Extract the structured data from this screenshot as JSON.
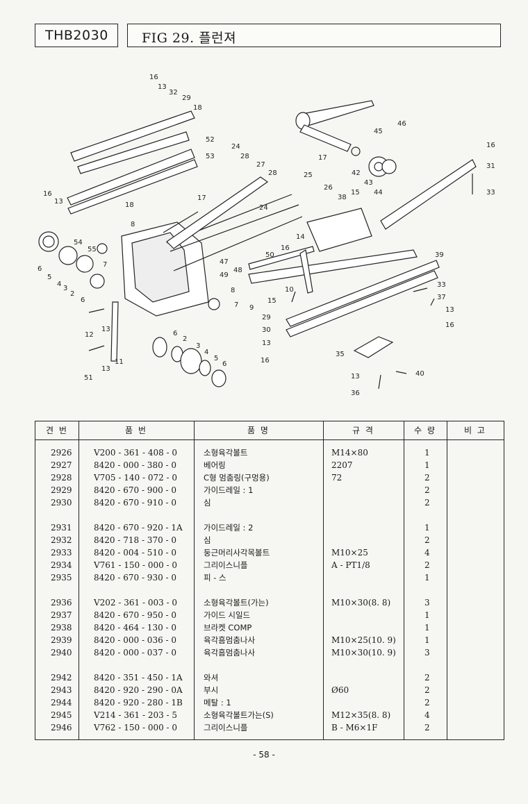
{
  "header": {
    "model": "THB2030",
    "figure_title": "FIG 29. 플런져"
  },
  "diagram": {
    "labels": [
      "16",
      "13",
      "32",
      "29",
      "18",
      "52",
      "53",
      "24",
      "28",
      "27",
      "28",
      "25",
      "26",
      "38",
      "15",
      "17",
      "45",
      "46",
      "42",
      "43",
      "44",
      "16",
      "31",
      "33",
      "16",
      "13",
      "18",
      "17",
      "8",
      "54",
      "55",
      "7",
      "6",
      "5",
      "4",
      "3",
      "2",
      "6",
      "14",
      "16",
      "50",
      "47",
      "49",
      "48",
      "8",
      "7",
      "9",
      "10",
      "15",
      "39",
      "33",
      "37",
      "13",
      "16",
      "29",
      "30",
      "13",
      "16",
      "35",
      "13",
      "40",
      "36",
      "12",
      "13",
      "11",
      "51",
      "13",
      "6",
      "2",
      "3",
      "4",
      "5",
      "6",
      "24"
    ]
  },
  "table": {
    "headers": {
      "no": "견 번",
      "part": "품 번",
      "name": "품 명",
      "spec": "규 격",
      "qty": "수 량",
      "remark": "비 고"
    },
    "rows": [
      {
        "no": "2926",
        "part": "V200 - 361 - 408 - 0",
        "name": "소형육각볼트",
        "spec": "M14×80",
        "qty": "1"
      },
      {
        "no": "2927",
        "part": "8420 - 000 - 380 - 0",
        "name": "베어링",
        "spec": "2207",
        "qty": "1"
      },
      {
        "no": "2928",
        "part": "V705 - 140 - 072 - 0",
        "name": "C형 멈춤링(구멍용)",
        "spec": "72",
        "qty": "2"
      },
      {
        "no": "2929",
        "part": "8420 - 670 - 900 - 0",
        "name": "가이드레일 : 1",
        "spec": "",
        "qty": "2"
      },
      {
        "no": "2930",
        "part": "8420 - 670 - 910 - 0",
        "name": "심",
        "spec": "",
        "qty": "2"
      },
      {
        "no": "2931",
        "part": "8420 - 670 - 920 - 1A",
        "name": "가이드레일 : 2",
        "spec": "",
        "qty": "1"
      },
      {
        "no": "2932",
        "part": "8420 - 718 - 370 - 0",
        "name": "심",
        "spec": "",
        "qty": "2"
      },
      {
        "no": "2933",
        "part": "8420 - 004 - 510 - 0",
        "name": "둥근머리사각목볼트",
        "spec": "M10×25",
        "qty": "4"
      },
      {
        "no": "2934",
        "part": "V761 - 150 - 000 - 0",
        "name": "그리이스니플",
        "spec": "A - PT1/8",
        "qty": "2"
      },
      {
        "no": "2935",
        "part": "8420 - 670 - 930 - 0",
        "name": "피 - 스",
        "spec": "",
        "qty": "1"
      },
      {
        "no": "2936",
        "part": "V202 - 361 - 003 - 0",
        "name": "소형육각볼트(가는)",
        "spec": "M10×30(8. 8)",
        "qty": "3"
      },
      {
        "no": "2937",
        "part": "8420 - 670 - 950 - 0",
        "name": "가이드 시일드",
        "spec": "",
        "qty": "1"
      },
      {
        "no": "2938",
        "part": "8420 - 464 - 130 - 0",
        "name": "브라켓 COMP",
        "spec": "",
        "qty": "1"
      },
      {
        "no": "2939",
        "part": "8420 - 000 - 036 - 0",
        "name": "육각흠멈춤나사",
        "spec": "M10×25(10. 9)",
        "qty": "1"
      },
      {
        "no": "2940",
        "part": "8420 - 000 - 037 - 0",
        "name": "육각흠멈춤나사",
        "spec": "M10×30(10. 9)",
        "qty": "3"
      },
      {
        "no": "2942",
        "part": "8420 - 351 - 450 - 1A",
        "name": "와셔",
        "spec": "",
        "qty": "2"
      },
      {
        "no": "2943",
        "part": "8420 - 920 - 290 - 0A",
        "name": "부시",
        "spec": "Ø60",
        "qty": "2"
      },
      {
        "no": "2944",
        "part": "8420 - 920 - 280 - 1B",
        "name": "메탈 : 1",
        "spec": "",
        "qty": "2"
      },
      {
        "no": "2945",
        "part": "V214 - 361 - 203 - 5",
        "name": "소형육각볼트가는(S)",
        "spec": "M12×35(8. 8)",
        "qty": "4"
      },
      {
        "no": "2946",
        "part": "V762 - 150 - 000 - 0",
        "name": "그리이스니플",
        "spec": "B - M6×1F",
        "qty": "2"
      }
    ]
  },
  "footer": {
    "page": "- 58 -"
  }
}
